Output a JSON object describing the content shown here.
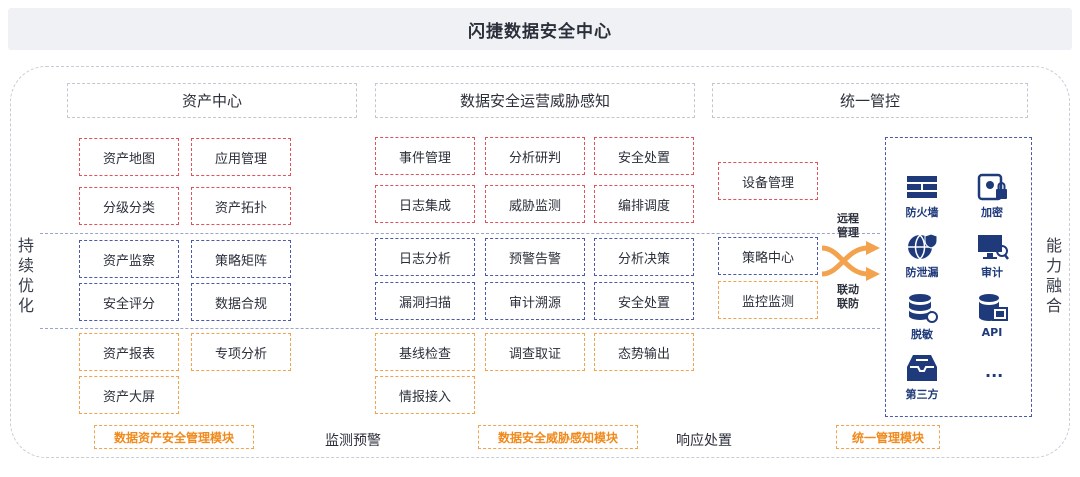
{
  "title": "闪捷数据安全中心",
  "side_left": "持续优化",
  "side_right": "能力融合",
  "columns": {
    "asset": "资产中心",
    "threat": "数据安全运营威胁感知",
    "control": "统一管控"
  },
  "asset_boxes": [
    "资产地图",
    "应用管理",
    "分级分类",
    "资产拓扑",
    "资产监察",
    "策略矩阵",
    "安全评分",
    "数据合规",
    "资产报表",
    "专项分析",
    "资产大屏"
  ],
  "threat_boxes": [
    "事件管理",
    "分析研判",
    "安全处置",
    "日志集成",
    "威胁监测",
    "编排调度",
    "日志分析",
    "预警告警",
    "分析决策",
    "漏洞扫描",
    "审计溯源",
    "安全处置",
    "基线检查",
    "调查取证",
    "态势输出",
    "情报接入"
  ],
  "control_boxes": [
    "设备管理",
    "策略中心",
    "监控监测"
  ],
  "link_labels": {
    "remote": "远程管理",
    "linkage": "联动联防"
  },
  "capabilities": [
    "防火墙",
    "加密",
    "防泄漏",
    "审计",
    "脱敏",
    "API",
    "第三方"
  ],
  "more": "...",
  "modules": {
    "asset": "数据资产安全管理模块",
    "threat": "数据安全威胁感知模块",
    "control": "统一管理模块"
  },
  "bottom_labels": {
    "monitor": "监测预警",
    "response": "响应处置"
  },
  "colors": {
    "red": "#e2525a",
    "blue": "#4a5aa8",
    "orange": "#f3a24d",
    "icon": "#1f3a7a"
  }
}
